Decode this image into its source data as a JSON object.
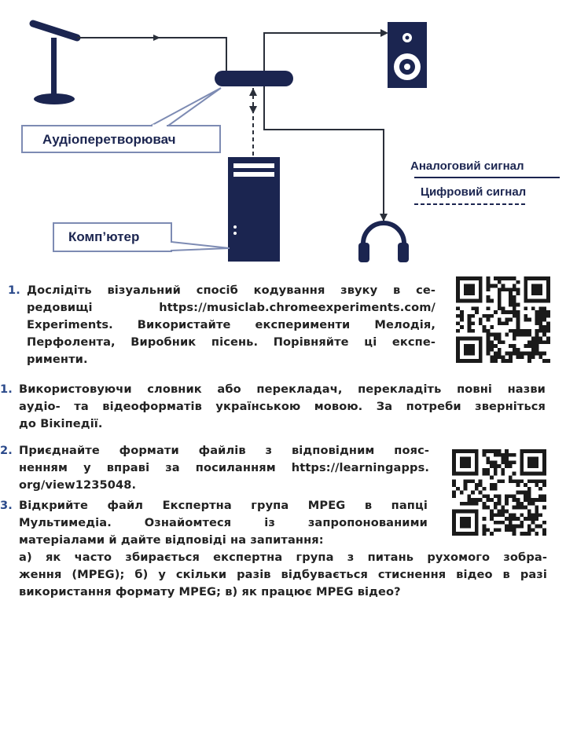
{
  "diagram": {
    "audio_converter_label": "Аудіоперетворювач",
    "computer_label": "Комп’ютер",
    "legend": {
      "analog": "Аналоговий сигнал",
      "digital": "Цифровий сигнал"
    },
    "colors": {
      "navy": "#1b2550",
      "line": "#2a2f3a",
      "callout": "#7d8bb3"
    }
  },
  "tasks": [
    {
      "number": "1.",
      "lines": [
        "Дослідіть візуальний спосіб кодування звуку в се-",
        "редовищі https://musiclab.chromeexperiments.com/",
        "Experiments. Використайте експерименти Мелодія,",
        "Перфолента, Виробник пісень. Порівняйте ці експе-",
        "рименти."
      ]
    },
    {
      "number": "1.",
      "lines": [
        "Використовуючи словник або перекладач, перекладіть повні назви",
        "аудіо- та відеоформатів українською мовою. За потреби зверніться",
        "до Вікіпедії."
      ]
    },
    {
      "number": "2.",
      "lines": [
        "Приєднайте формати файлів з відповідним пояс-",
        "ненням у вправі за посиланням https://learningapps.",
        "org/view1235048."
      ]
    },
    {
      "number": "3.",
      "lines": [
        "Відкрийте файл Експертна група MPEG в папці",
        "Мультимедіа. Ознайомтеся із запропонованими",
        "матеріалами й дайте відповіді на запитання:",
        "а) як часто збирається експертна група з питань рухомого зобра-",
        "ження (MPEG); б) у скільки разів відбувається стиснення відео в разі",
        "використання формату MPEG; в) як працює MPEG відео?"
      ]
    }
  ]
}
